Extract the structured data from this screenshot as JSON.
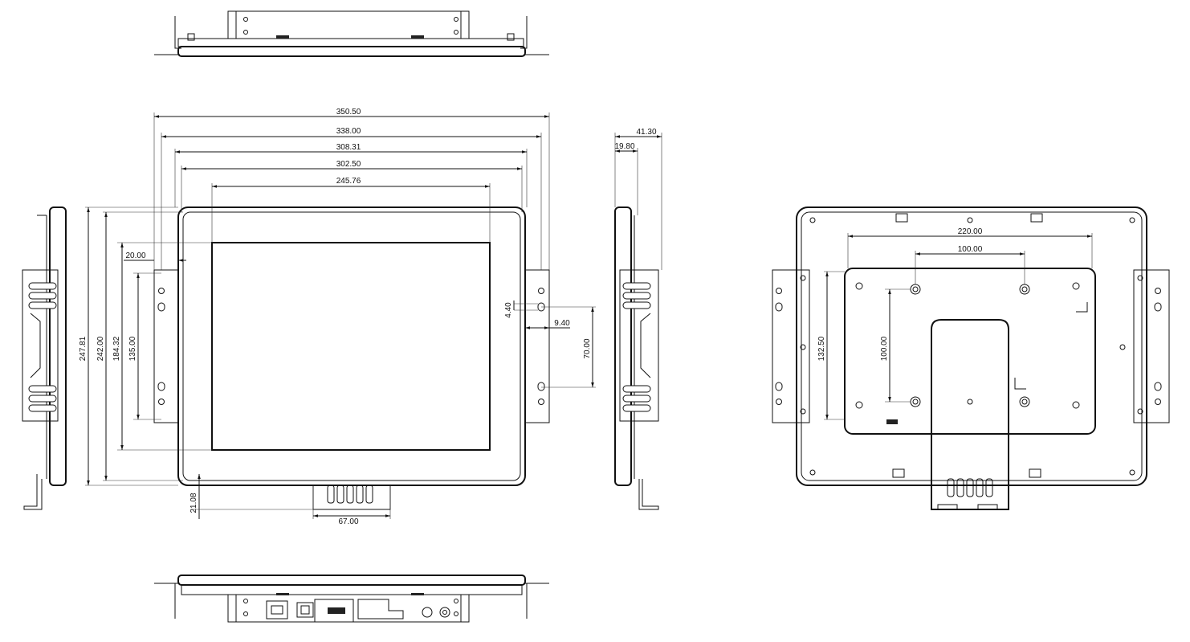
{
  "dimensions": {
    "d350": "350.50",
    "d338": "338.00",
    "d308": "308.31",
    "d302": "302.50",
    "d245": "245.76",
    "d41": "41.30",
    "d19": "19.80",
    "d20": "20.00",
    "d247": "247.81",
    "d242": "242.00",
    "d184": "184.32",
    "d135": "135.00",
    "d4": "4.40",
    "d9": "9.40",
    "d70": "70.00",
    "d21": "21.08",
    "d67": "67.00",
    "d220": "220.00",
    "d100h": "100.00",
    "d132": "132.50",
    "d100v": "100.00"
  },
  "colors": {
    "line": "#111111",
    "background": "#ffffff"
  }
}
